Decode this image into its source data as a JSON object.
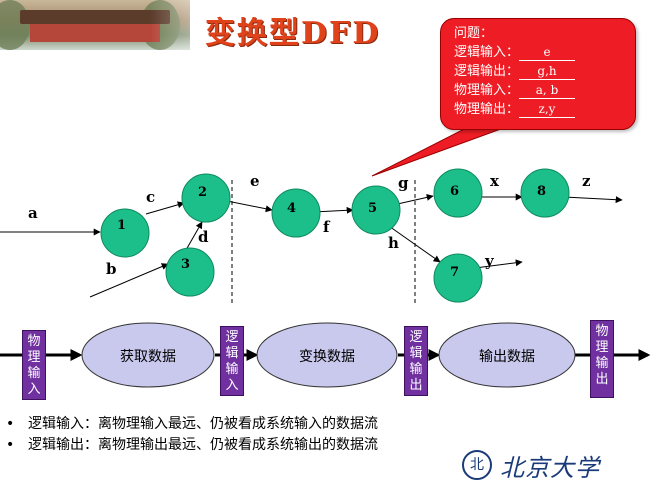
{
  "title": "变换型DFD",
  "callout": {
    "heading": "问题：",
    "rows": [
      {
        "label": "逻辑输入：",
        "value": "e"
      },
      {
        "label": "逻辑输出：",
        "value": "g,h"
      },
      {
        "label": "物理输入：",
        "value": "a, b"
      },
      {
        "label": "物理输出：",
        "value": "z,y"
      }
    ]
  },
  "dfd": {
    "nodes": {
      "n1": "1",
      "n2": "2",
      "n3": "3",
      "n4": "4",
      "n5": "5",
      "n6": "6",
      "n7": "7",
      "n8": "8"
    },
    "flows": {
      "a": "a",
      "b": "b",
      "c": "c",
      "d": "d",
      "e": "e",
      "f": "f",
      "g": "g",
      "h": "h",
      "x": "x",
      "y": "y",
      "z": "z"
    }
  },
  "pipeline": {
    "physical_input": [
      "物",
      "理",
      "输",
      "入"
    ],
    "logical_input": [
      "逻",
      "辑",
      "输",
      "入"
    ],
    "logical_output": [
      "逻",
      "辑",
      "输",
      "出"
    ],
    "physical_output": [
      "物",
      "理",
      "输",
      "出"
    ],
    "acquire": "获取数据",
    "transform": "变换数据",
    "output": "输出数据"
  },
  "bullets": [
    {
      "marker": "•",
      "text": "逻辑输入：离物理输入最远、仍被看成系统输入的数据流"
    },
    {
      "marker": "•",
      "text": "逻辑输出：离物理输出最远、仍被看成系统输出的数据流"
    }
  ],
  "logo": {
    "seal": "北",
    "text": "北京大学"
  },
  "colors": {
    "title": "#e0421a",
    "callout": "#ee1c24",
    "node": "#1cbf8a",
    "vbox": "#7030a0",
    "ellipse": "#c9c9ee",
    "logo": "#1a3a7a"
  }
}
